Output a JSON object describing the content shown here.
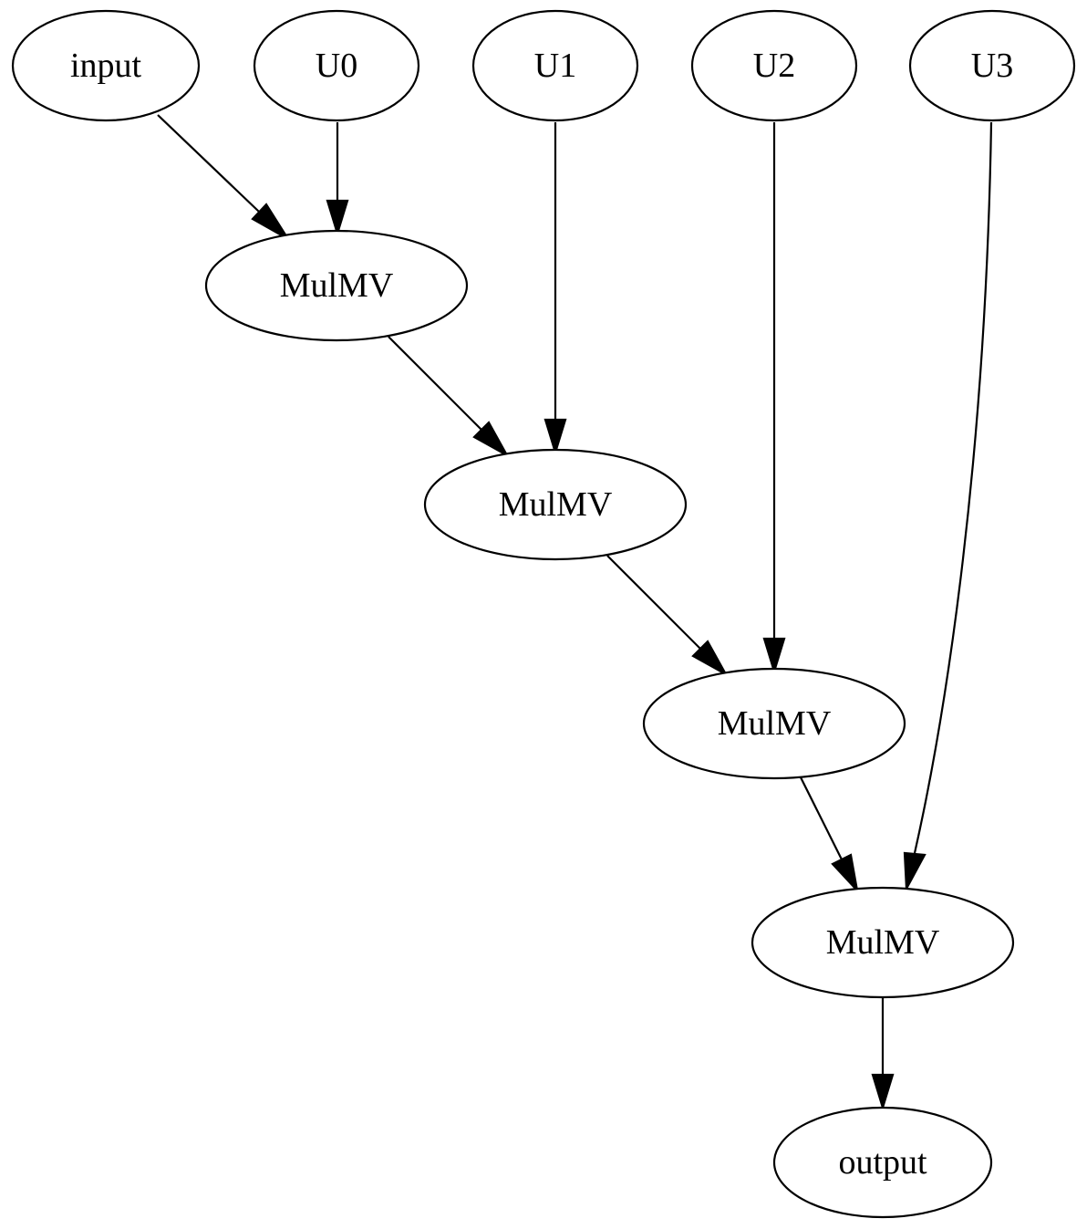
{
  "nodes": {
    "input": {
      "label": "input"
    },
    "u0": {
      "label": "U0"
    },
    "u1": {
      "label": "U1"
    },
    "u2": {
      "label": "U2"
    },
    "u3": {
      "label": "U3"
    },
    "mulmv1": {
      "label": "MulMV"
    },
    "mulmv2": {
      "label": "MulMV"
    },
    "mulmv3": {
      "label": "MulMV"
    },
    "mulmv4": {
      "label": "MulMV"
    },
    "output": {
      "label": "output"
    }
  },
  "edges": [
    {
      "from": "input",
      "to": "mulmv1"
    },
    {
      "from": "U0",
      "to": "mulmv1"
    },
    {
      "from": "mulmv1",
      "to": "mulmv2"
    },
    {
      "from": "U1",
      "to": "mulmv2"
    },
    {
      "from": "mulmv2",
      "to": "mulmv3"
    },
    {
      "from": "U2",
      "to": "mulmv3"
    },
    {
      "from": "mulmv3",
      "to": "mulmv4"
    },
    {
      "from": "U3",
      "to": "mulmv4"
    },
    {
      "from": "mulmv4",
      "to": "output"
    }
  ]
}
